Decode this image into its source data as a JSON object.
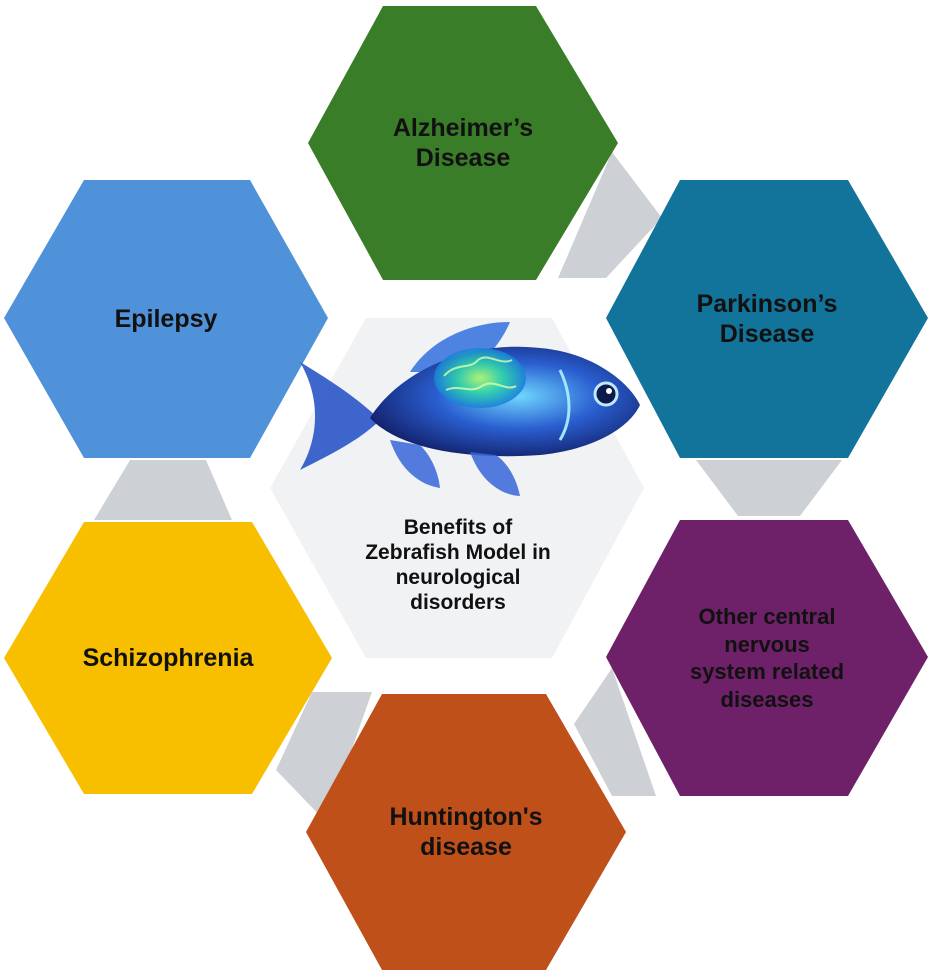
{
  "center": {
    "title": "Benefits of\nZebrafish Model in\nneurological\ndisorders",
    "image_name": "zebrafish-brain-illustration"
  },
  "nodes": [
    {
      "id": "alzheimers",
      "label": "Alzheimer’s\nDisease",
      "color": "#3a7d28"
    },
    {
      "id": "parkinsons",
      "label": "Parkinson’s\nDisease",
      "color": "#12739b"
    },
    {
      "id": "other-cns",
      "label": "Other central\nnervous\nsystem related\ndiseases",
      "color": "#6e2169"
    },
    {
      "id": "huntingtons",
      "label": "Huntington's\ndisease",
      "color": "#c0501a"
    },
    {
      "id": "schizophrenia",
      "label": "Schizophrenia",
      "color": "#f7bf00"
    },
    {
      "id": "epilepsy",
      "label": "Epilepsy",
      "color": "#4f92d9"
    }
  ],
  "connector_color": "#cdd1d6",
  "center_color": "#f1f2f4"
}
